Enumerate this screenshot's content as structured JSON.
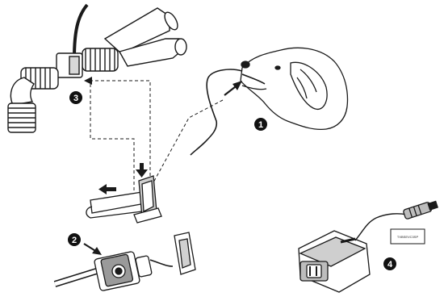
{
  "diagram": {
    "steps": [
      {
        "id": "step-1",
        "label": "1"
      },
      {
        "id": "step-2",
        "label": "2"
      },
      {
        "id": "step-3",
        "label": "3"
      },
      {
        "id": "step-4",
        "label": "4"
      }
    ],
    "device_tag_text": "TXBSEVC3SP",
    "colors": {
      "line": "#1a1a1a",
      "fill": "#ffffff",
      "shade": "#bdbdbd",
      "badge": "#111111"
    }
  }
}
